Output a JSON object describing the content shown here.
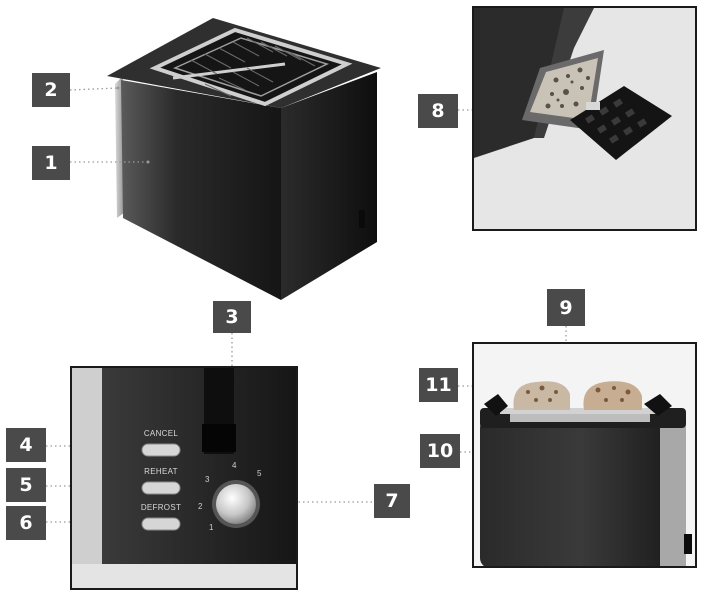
{
  "callouts": [
    {
      "id": "1",
      "label": "1"
    },
    {
      "id": "2",
      "label": "2"
    },
    {
      "id": "3",
      "label": "3"
    },
    {
      "id": "4",
      "label": "4"
    },
    {
      "id": "5",
      "label": "5"
    },
    {
      "id": "6",
      "label": "6"
    },
    {
      "id": "7",
      "label": "7"
    },
    {
      "id": "8",
      "label": "8"
    },
    {
      "id": "9",
      "label": "9"
    },
    {
      "id": "10",
      "label": "10"
    },
    {
      "id": "11",
      "label": "11"
    }
  ],
  "control_panel": {
    "cancel_label": "CANCEL",
    "reheat_label": "REHEAT",
    "defrost_label": "DEFROST",
    "dial_numbers": [
      "1",
      "2",
      "3",
      "4",
      "5"
    ]
  },
  "colors": {
    "badge": "#4a4a4a",
    "badge_text": "#ffffff",
    "toaster_body": "#1e1e1e",
    "steel": "#b9b9b9",
    "leader_line": "#9a9a9a"
  }
}
